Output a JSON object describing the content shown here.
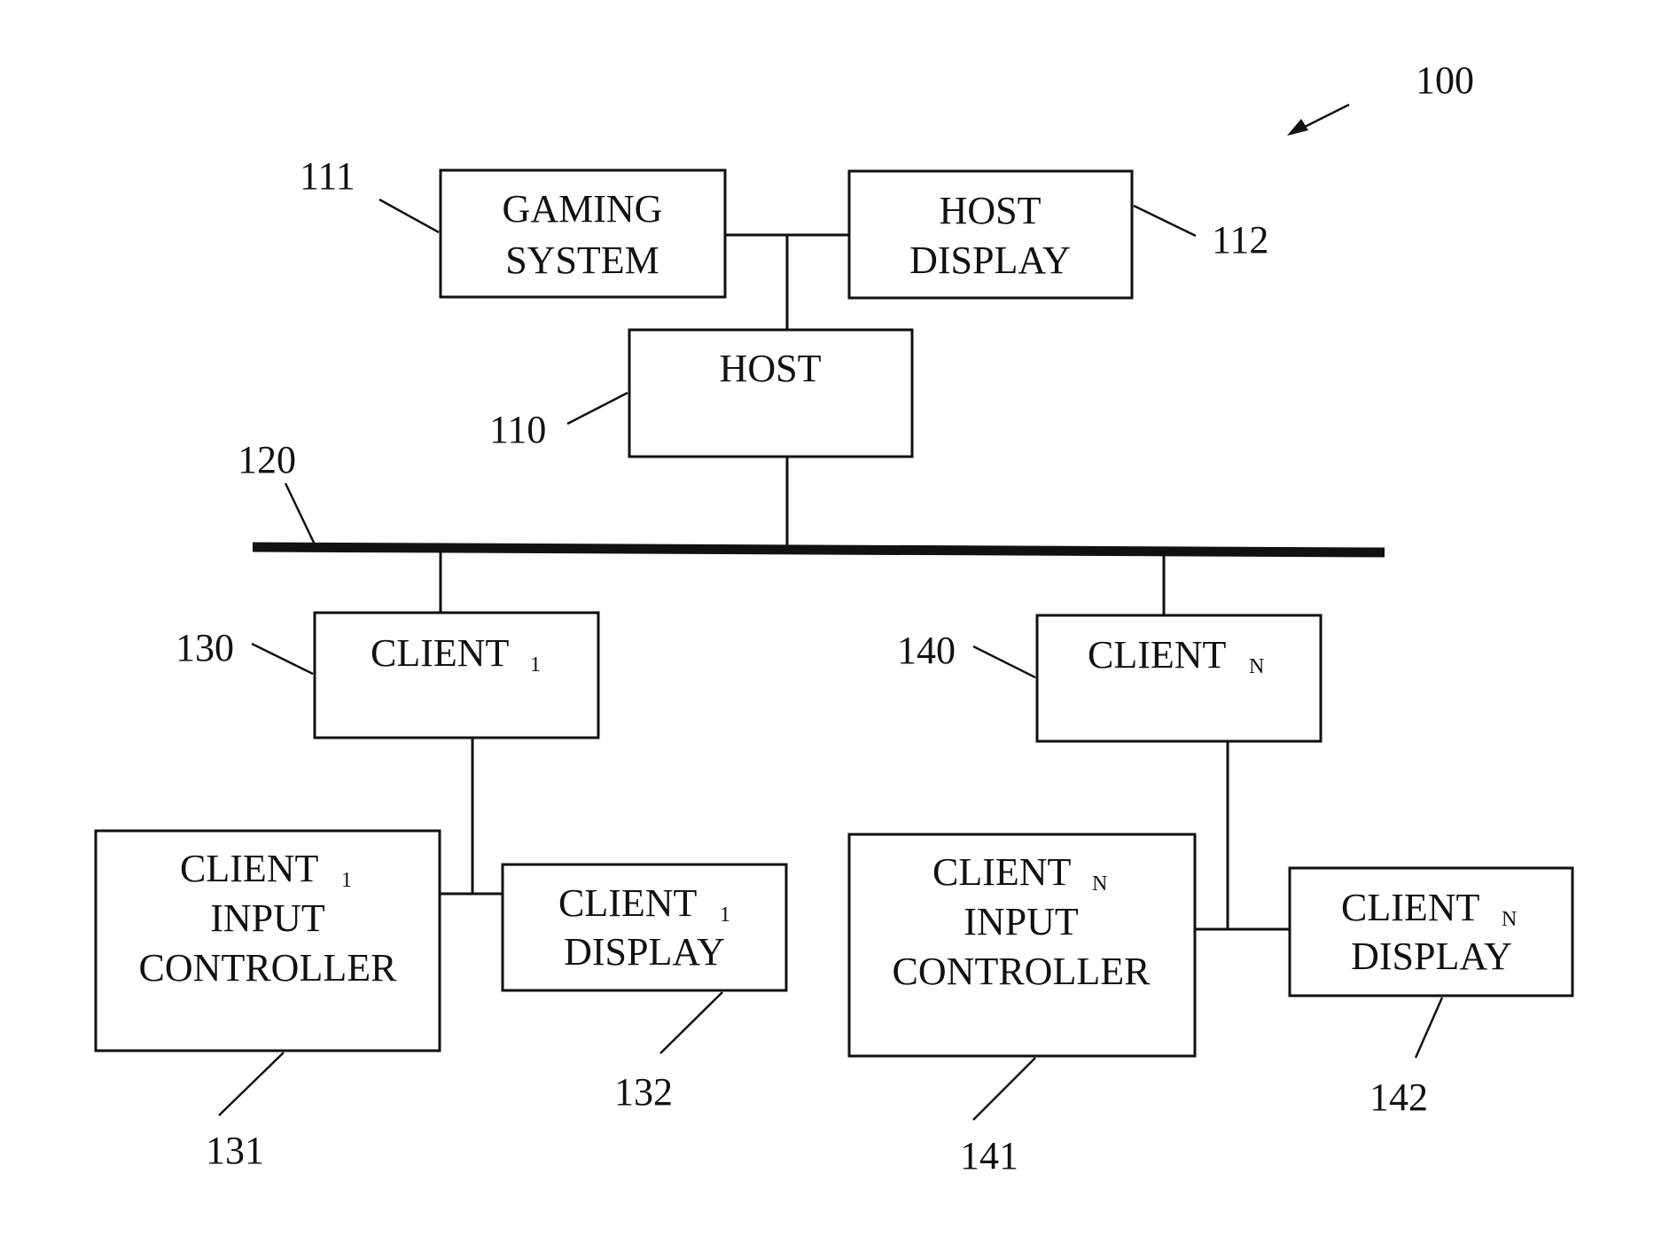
{
  "figure_ref": "100",
  "host": {
    "ref": "110",
    "label": "HOST"
  },
  "gaming_system": {
    "ref": "111",
    "line1": "GAMING",
    "line2": "SYSTEM"
  },
  "host_display": {
    "ref": "112",
    "line1": "HOST",
    "line2": "DISPLAY"
  },
  "network": {
    "ref": "120"
  },
  "client_1": {
    "ref": "130",
    "label": "CLIENT",
    "sub": "1",
    "input_controller": {
      "ref": "131",
      "line1": "CLIENT",
      "sub": "1",
      "line2": "INPUT",
      "line3": "CONTROLLER"
    },
    "display": {
      "ref": "132",
      "line1": "CLIENT",
      "sub": "1",
      "line2": "DISPLAY"
    }
  },
  "client_n": {
    "ref": "140",
    "label": "CLIENT",
    "sub": "N",
    "input_controller": {
      "ref": "141",
      "line1": "CLIENT",
      "sub": "N",
      "line2": "INPUT",
      "line3": "CONTROLLER"
    },
    "display": {
      "ref": "142",
      "line1": "CLIENT",
      "sub": "N",
      "line2": "DISPLAY"
    }
  }
}
